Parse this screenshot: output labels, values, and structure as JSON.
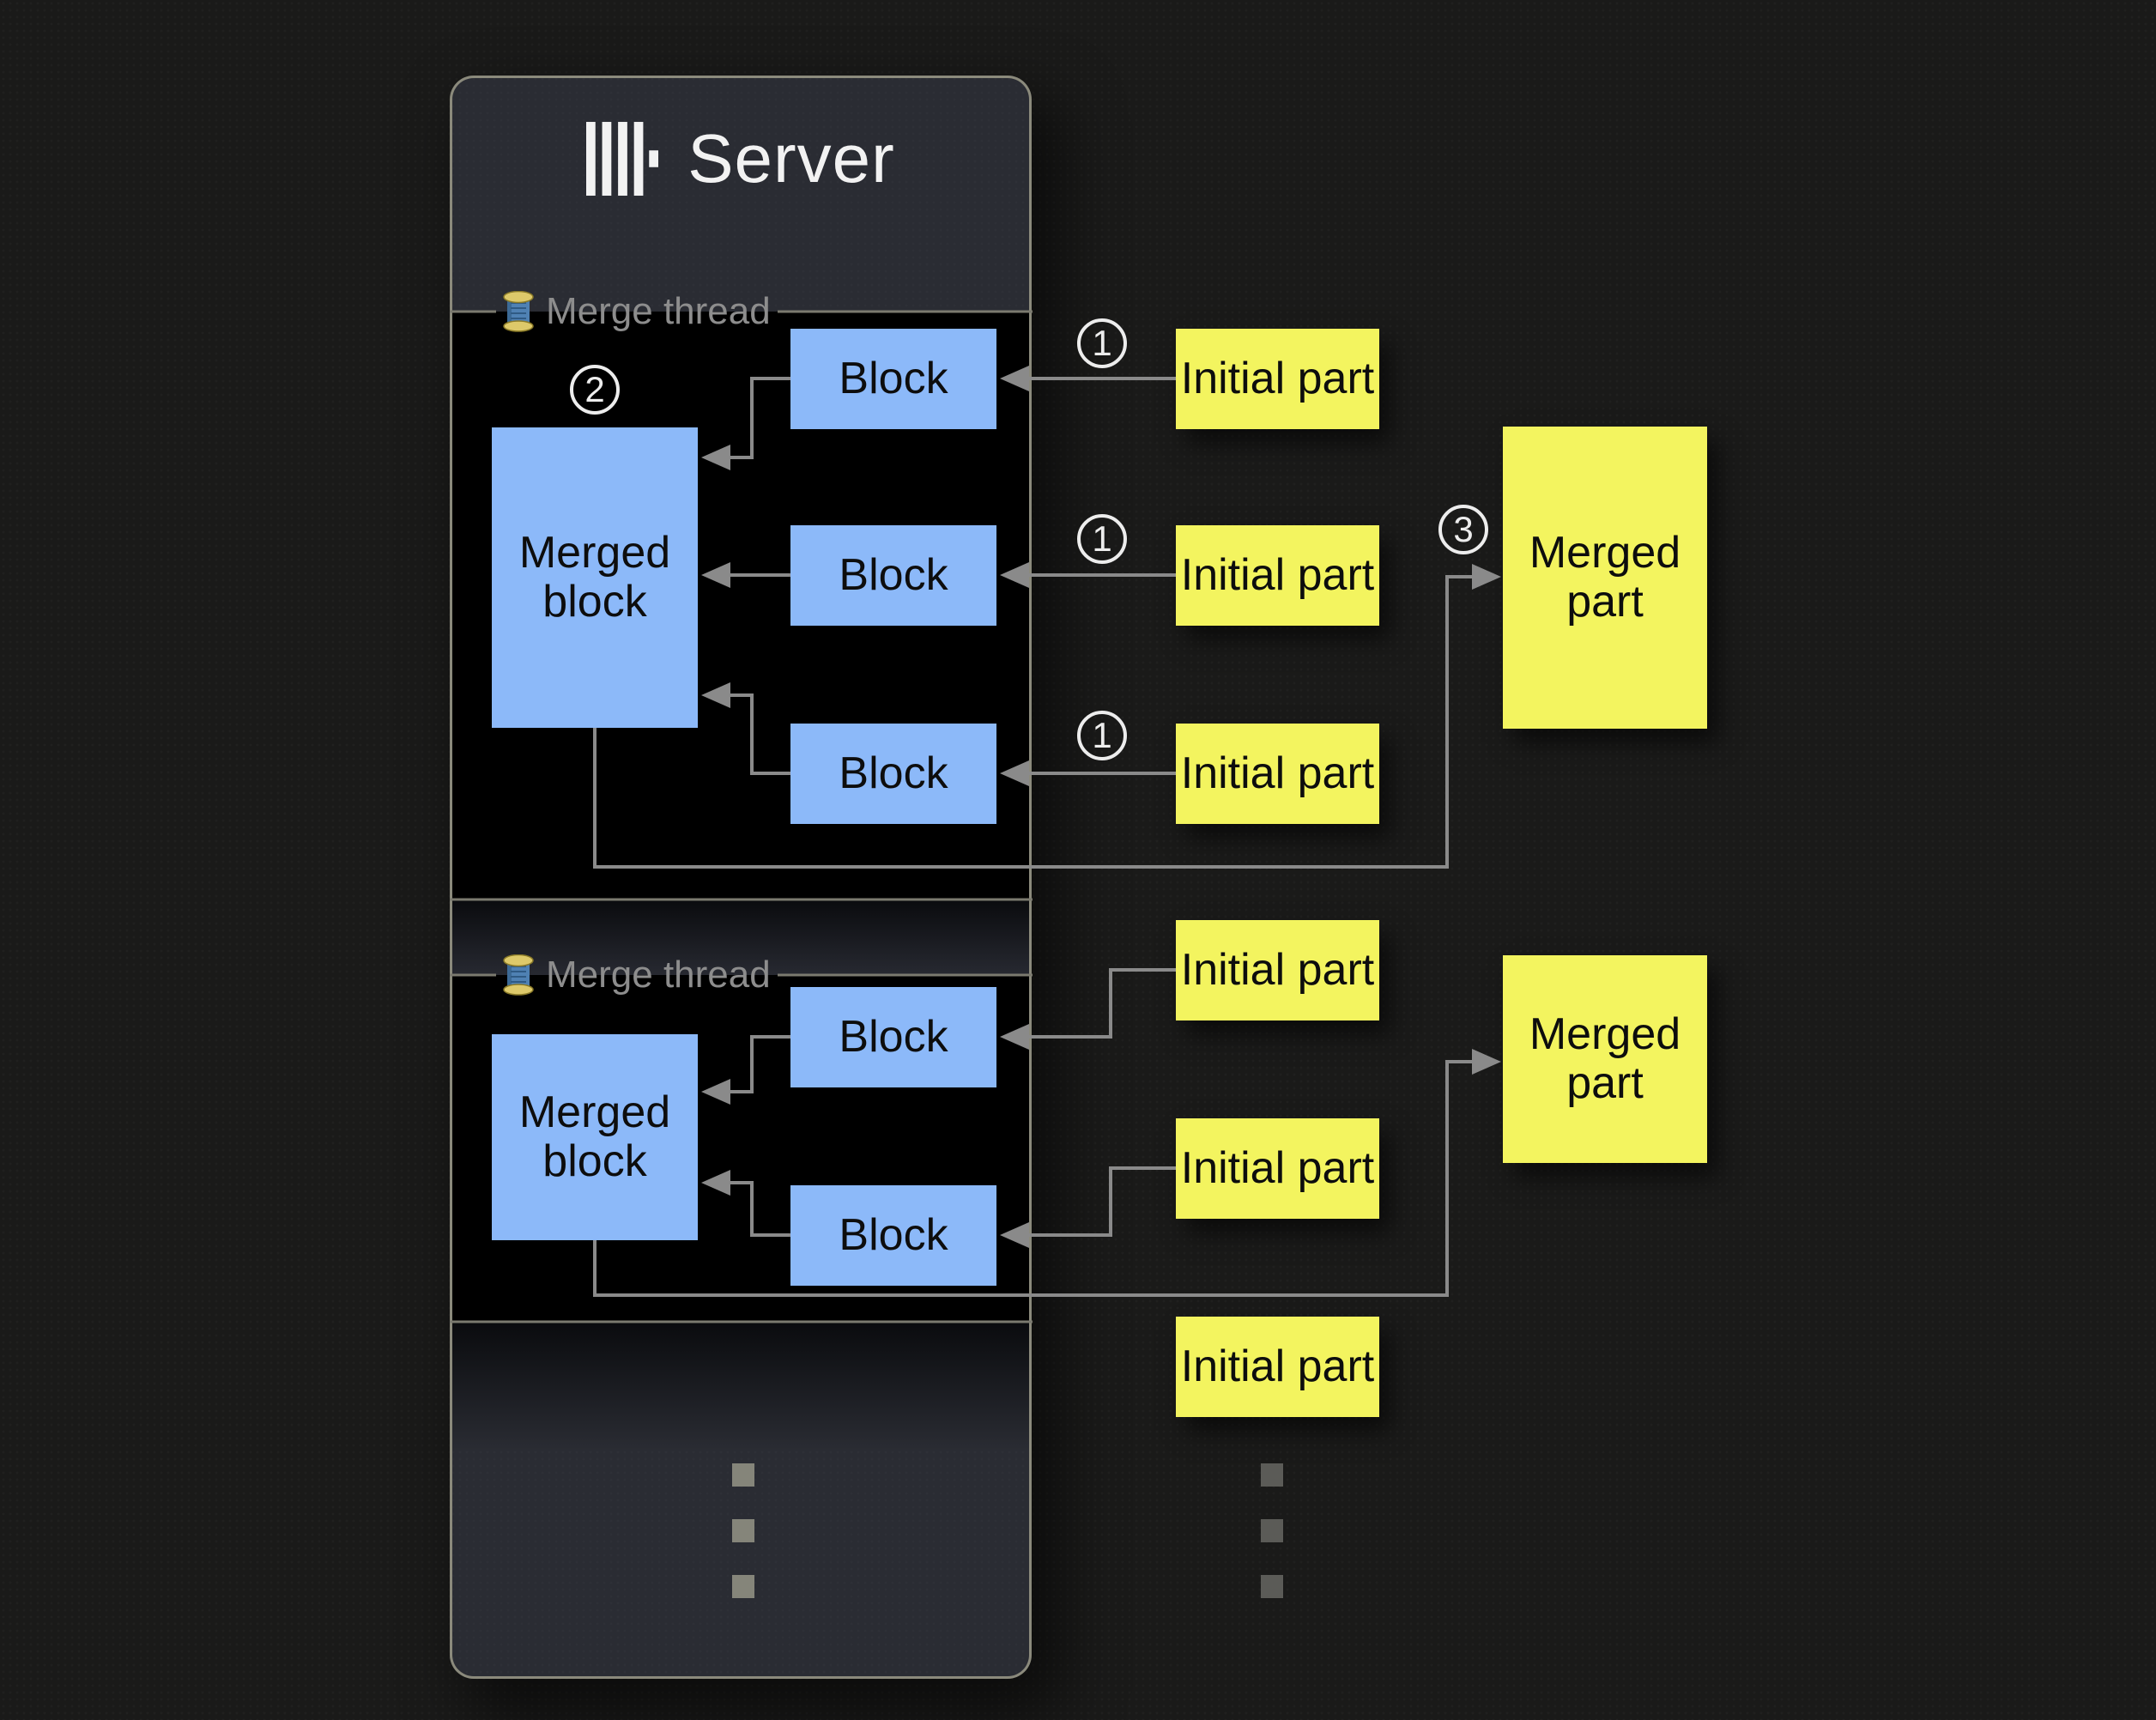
{
  "server": {
    "title": "Server"
  },
  "threads": [
    {
      "label": "Merge thread",
      "merged_block": "Merged block",
      "blocks": [
        "Block",
        "Block",
        "Block"
      ]
    },
    {
      "label": "Merge thread",
      "merged_block": "Merged block",
      "blocks": [
        "Block",
        "Block"
      ]
    }
  ],
  "initial_parts": [
    "Initial part",
    "Initial part",
    "Initial part",
    "Initial part",
    "Initial part",
    "Initial part"
  ],
  "merged_parts": [
    "Merged part",
    "Merged part"
  ],
  "badges": {
    "step1": "1",
    "step2": "2",
    "step3": "3"
  },
  "icons": {
    "server_logo": "clickhouse-bars-icon",
    "thread": "thread-spool-icon",
    "ellipsis": "vertical-ellipsis-dots"
  },
  "colors": {
    "page_bg": "#1a1a19",
    "panel_bg": "#2a2c33",
    "panel_border": "#8b8a7c",
    "region_bg": "#000000",
    "block_blue": "#8cb9f9",
    "part_yellow": "#f3f45f",
    "arrow_gray": "#8a8a8a",
    "label_gray": "#8d8d8d",
    "title_white": "#f2f2f2"
  }
}
